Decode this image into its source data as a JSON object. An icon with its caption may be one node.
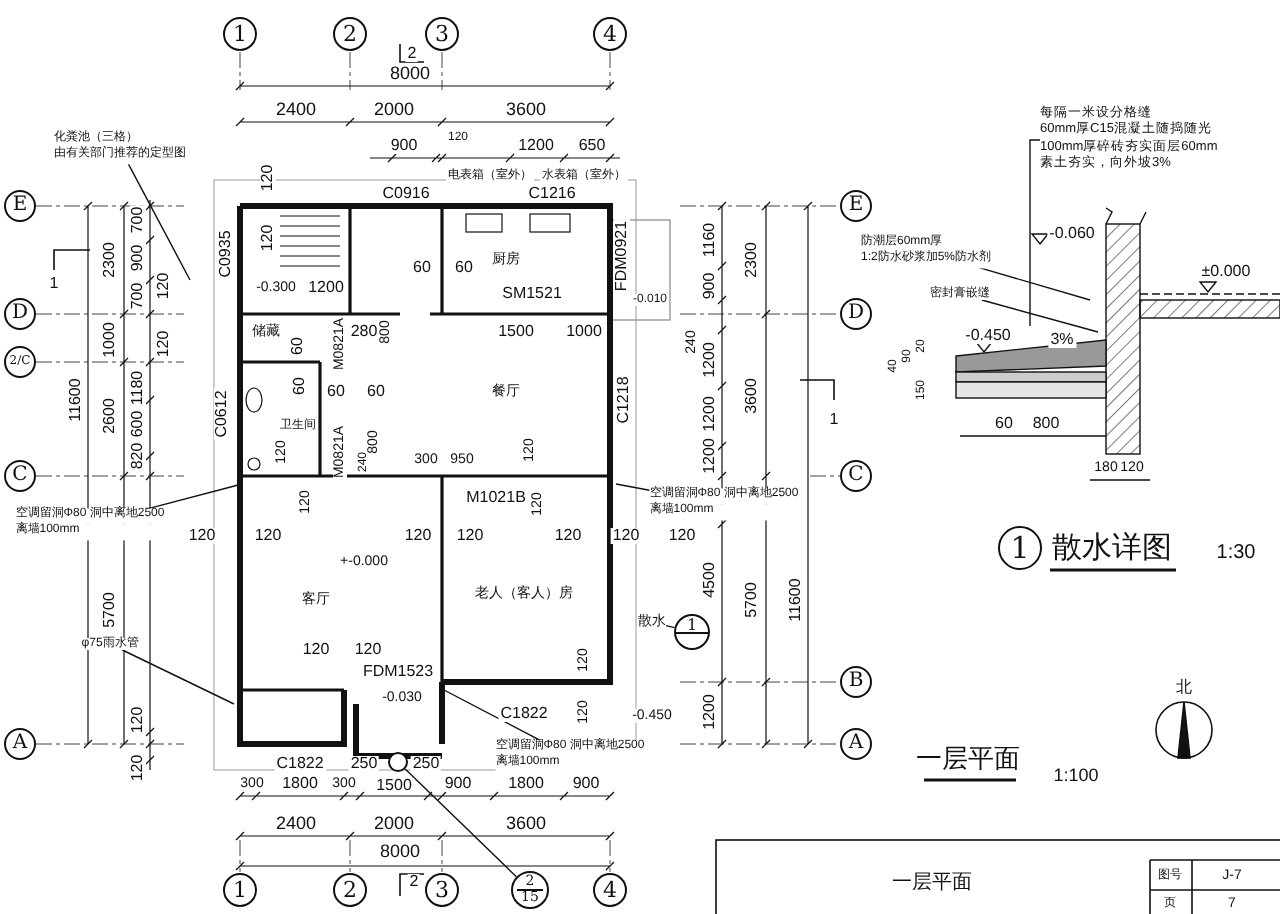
{
  "diagram": {
    "nodes": [
      {
        "text": [
          "1"
        ]
      },
      {
        "text": [
          "2"
        ]
      },
      {
        "text": [
          "3"
        ]
      },
      {
        "text": [
          "4"
        ]
      },
      {
        "text": [
          "E"
        ]
      },
      {
        "text": [
          "D"
        ]
      },
      {
        "text": [
          "2/C"
        ]
      },
      {
        "text": [
          "C"
        ]
      },
      {
        "text": [
          "A"
        ]
      },
      {
        "text": [
          "E"
        ]
      },
      {
        "text": [
          "D"
        ]
      },
      {
        "text": [
          "C"
        ]
      },
      {
        "text": [
          "B"
        ]
      },
      {
        "text": [
          "A"
        ]
      },
      {
        "text": [
          "1"
        ]
      },
      {
        "text": [
          "2"
        ]
      },
      {
        "text": [
          "3"
        ]
      },
      {
        "text": [
          "2",
          "15"
        ]
      },
      {
        "text": [
          "4"
        ]
      },
      {
        "text": [
          "1"
        ]
      },
      {
        "text": [
          "散水"
        ]
      },
      {
        "text": [
          "化粪池（三格）",
          "由有关部门推荐的定型图"
        ]
      },
      {
        "text": [
          "空调留洞Φ80 洞中离地2500",
          "离墙100mm"
        ]
      },
      {
        "text": [
          "空调留洞Φ80 洞中离地2500",
          "离墙100mm"
        ]
      },
      {
        "text": [
          "空调留洞Φ80 洞中离地2500",
          "离墙100mm"
        ]
      },
      {
        "text": [
          "φ75雨水管"
        ]
      },
      {
        "text": [
          "每隔一米设分格缝",
          "60mm厚C15混凝土随捣随光",
          "100mm厚碎砖夯实面层60mm",
          "素土夯实，向外坡3%"
        ]
      },
      {
        "text": [
          "防潮层60mm厚",
          "1:2防水砂浆加5%防水剂"
        ]
      },
      {
        "text": [
          "密封膏嵌缝"
        ]
      },
      {
        "text": [
          "1"
        ],
        "beside": [
          "散水详图",
          "1:30"
        ]
      },
      {
        "text": [],
        "shape": "circle"
      }
    ],
    "edges": [
      {
        "from": 20,
        "to": 19,
        "arrow": "none"
      },
      {
        "from": 21,
        "to": null,
        "arrow": "none"
      },
      {
        "from": 22,
        "to": null,
        "arrow": "none"
      },
      {
        "from": 23,
        "to": null,
        "arrow": "none"
      },
      {
        "from": 24,
        "to": null,
        "arrow": "none"
      },
      {
        "from": 25,
        "to": null,
        "arrow": "none"
      },
      {
        "from": 17,
        "to": 30,
        "arrow": "none"
      },
      {
        "from": 26,
        "to": null,
        "arrow": "none"
      },
      {
        "from": 27,
        "to": null,
        "arrow": "none"
      },
      {
        "from": 28,
        "to": null,
        "arrow": "none"
      }
    ],
    "labels": [
      "2",
      "8000",
      "2400",
      "2000",
      "3600",
      "900",
      "120",
      "1200",
      "650",
      "电表箱（室外）",
      "水表箱（室外）",
      "120",
      "C0916",
      "C1216",
      "C0935",
      "120",
      "-0.300",
      "1200",
      "60",
      "60",
      "厨房",
      "SM1521",
      "FDM0921",
      "-0.010",
      "1",
      "2300",
      "700",
      "900",
      "700",
      "120",
      "1000",
      "120",
      "11600",
      "2600",
      "1180",
      "600",
      "820",
      "5700",
      "120",
      "120",
      "储藏",
      "60",
      "M0821A",
      "280",
      "800",
      "1500",
      "1000",
      "C0612",
      "60",
      "60",
      "60",
      "餐厅",
      "C1218",
      "卫生间",
      "120",
      "M0821A",
      "240",
      "800",
      "300",
      "950",
      "120",
      "120",
      "M1021B",
      "120",
      "120",
      "120",
      "120",
      "120",
      "120",
      "120",
      "+-0.000",
      "客厅",
      "老人（客人）房",
      "120",
      "120",
      "FDM1523",
      "-0.030",
      "120",
      "C1822",
      "120",
      "-0.450",
      "C1822",
      "250",
      "250",
      "300",
      "1800",
      "300",
      "1500",
      "900",
      "1800",
      "900",
      "2400",
      "2000",
      "3600",
      "8000",
      "2",
      "1160",
      "900",
      "240",
      "1200",
      "1200",
      "1200",
      "2300",
      "3600",
      "11600",
      "1",
      "120",
      "4500",
      "5700",
      "1200",
      "-0.060",
      "±0.000",
      "-0.450",
      "3%",
      "40",
      "90",
      "20",
      "150",
      "60",
      "800",
      "180",
      "120",
      "北",
      "一层平面",
      "1:100",
      "一层平面",
      "图号",
      "J-7",
      "页",
      "7"
    ]
  }
}
